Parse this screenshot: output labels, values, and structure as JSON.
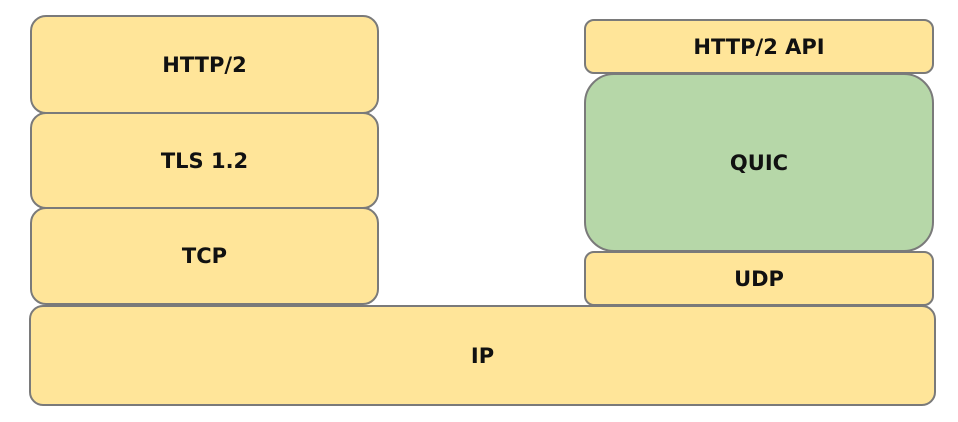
{
  "colors": {
    "layer": "#ffe599",
    "quic": "#b6d7a8",
    "border": "#7a7a7a"
  },
  "tcp_stack": {
    "http2": "HTTP/2",
    "tls": "TLS 1.2",
    "tcp": "TCP"
  },
  "quic_stack": {
    "http2_api": "HTTP/2 API",
    "quic": "QUIC",
    "udp": "UDP"
  },
  "shared": {
    "ip": "IP"
  }
}
